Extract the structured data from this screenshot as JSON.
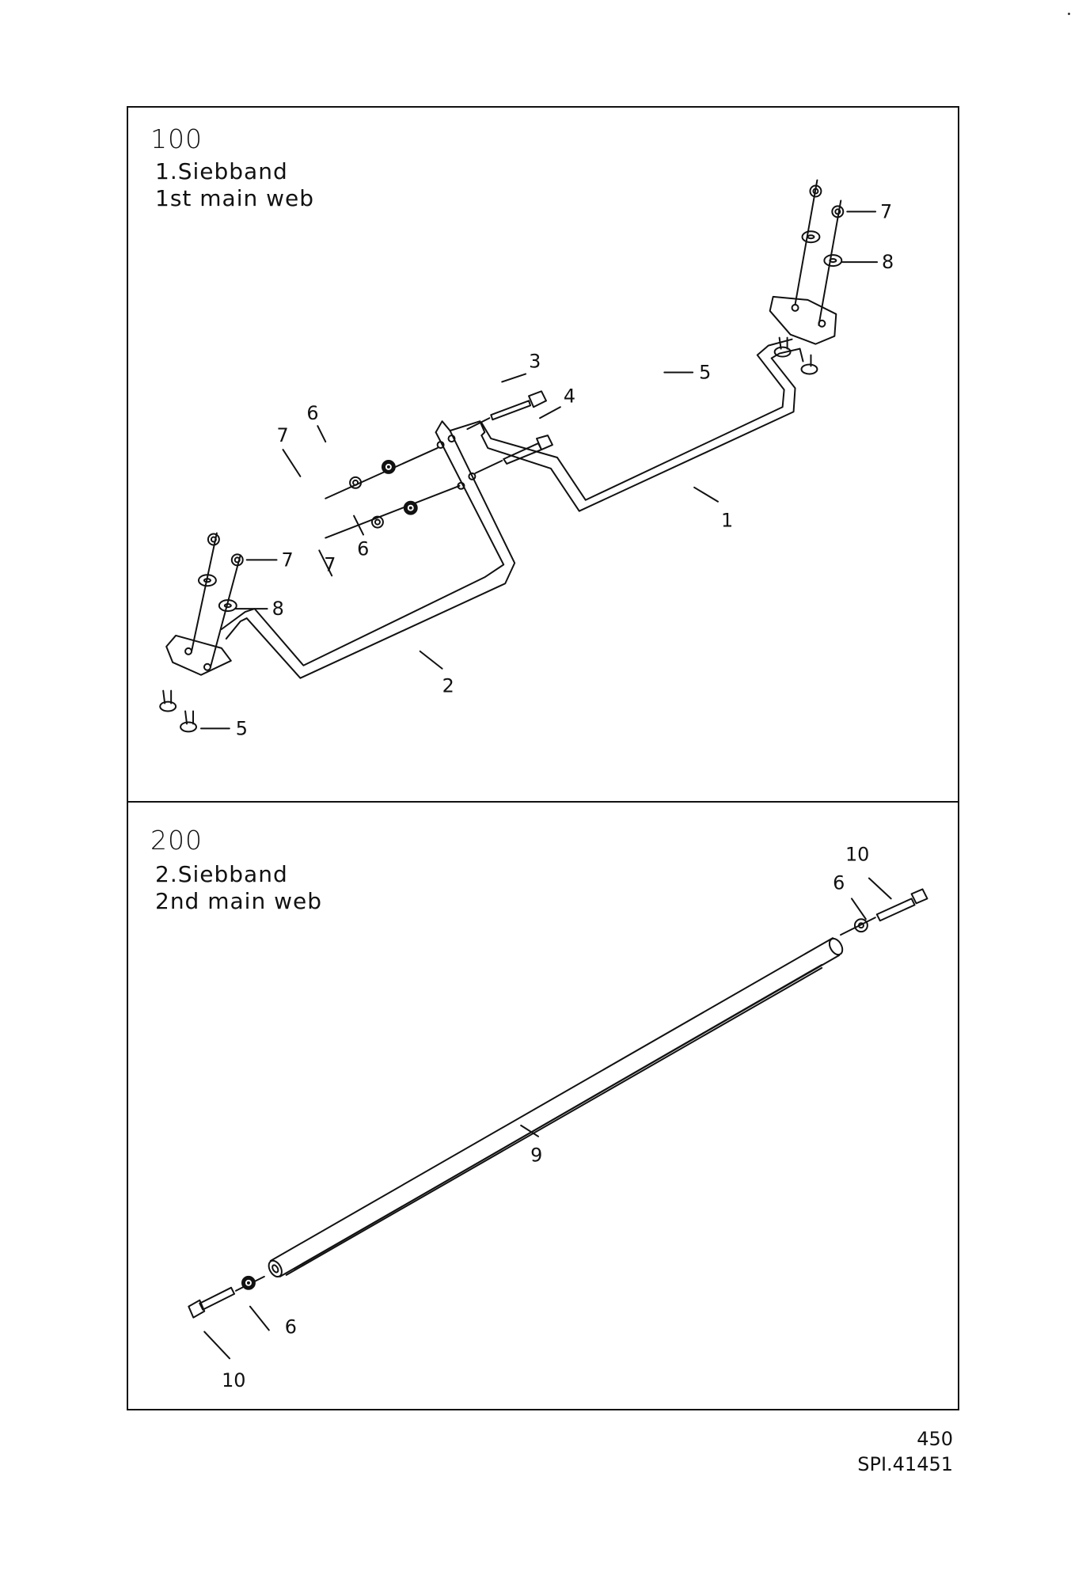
{
  "sections": [
    {
      "number": "100",
      "title_de": "1.Siebband",
      "title_en": "1st main web",
      "callouts": [
        "1",
        "2",
        "3",
        "4",
        "5",
        "5",
        "6",
        "6",
        "7",
        "7",
        "7",
        "7",
        "8",
        "8"
      ]
    },
    {
      "number": "200",
      "title_de": "2.Siebband",
      "title_en": "2nd main web",
      "callouts": [
        "6",
        "6",
        "9",
        "10",
        "10"
      ]
    }
  ],
  "footer": {
    "page_number": "450",
    "drawing_code": "SPI.41451"
  }
}
